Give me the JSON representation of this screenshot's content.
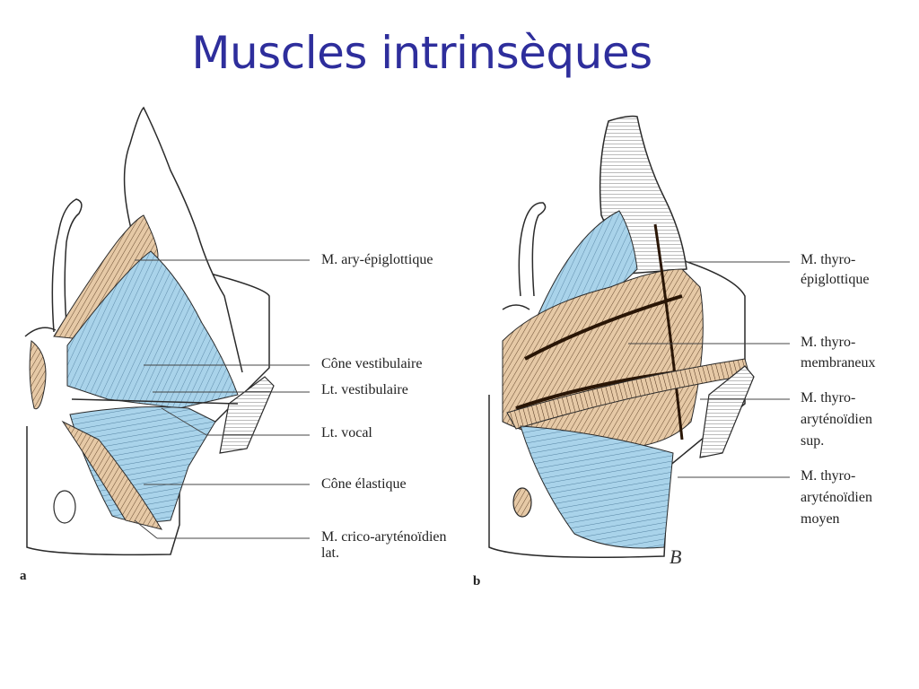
{
  "title": "Muscles intrinsèques",
  "panel_a": {
    "letter": "a",
    "labels": [
      "M. ary-épiglottique",
      "Cône vestibulaire",
      "Lt. vestibulaire",
      "Lt. vocal",
      "Cône élastique",
      "M. crico-aryténoïdien",
      "lat."
    ]
  },
  "panel_b": {
    "letter": "b",
    "labels": [
      "M. thyro-",
      "épiglottique",
      "M. thyro-",
      "membraneux",
      "M. thyro-",
      "aryténoïdien",
      "sup.",
      "M. thyro-",
      "aryténoïdien",
      "moyen"
    ]
  },
  "signature": "B",
  "colors": {
    "title": "#2e2e9c",
    "muscle_blue": "#a9d3ea",
    "muscle_tan": "#e6c9a6",
    "outline": "#2a2a2a"
  }
}
